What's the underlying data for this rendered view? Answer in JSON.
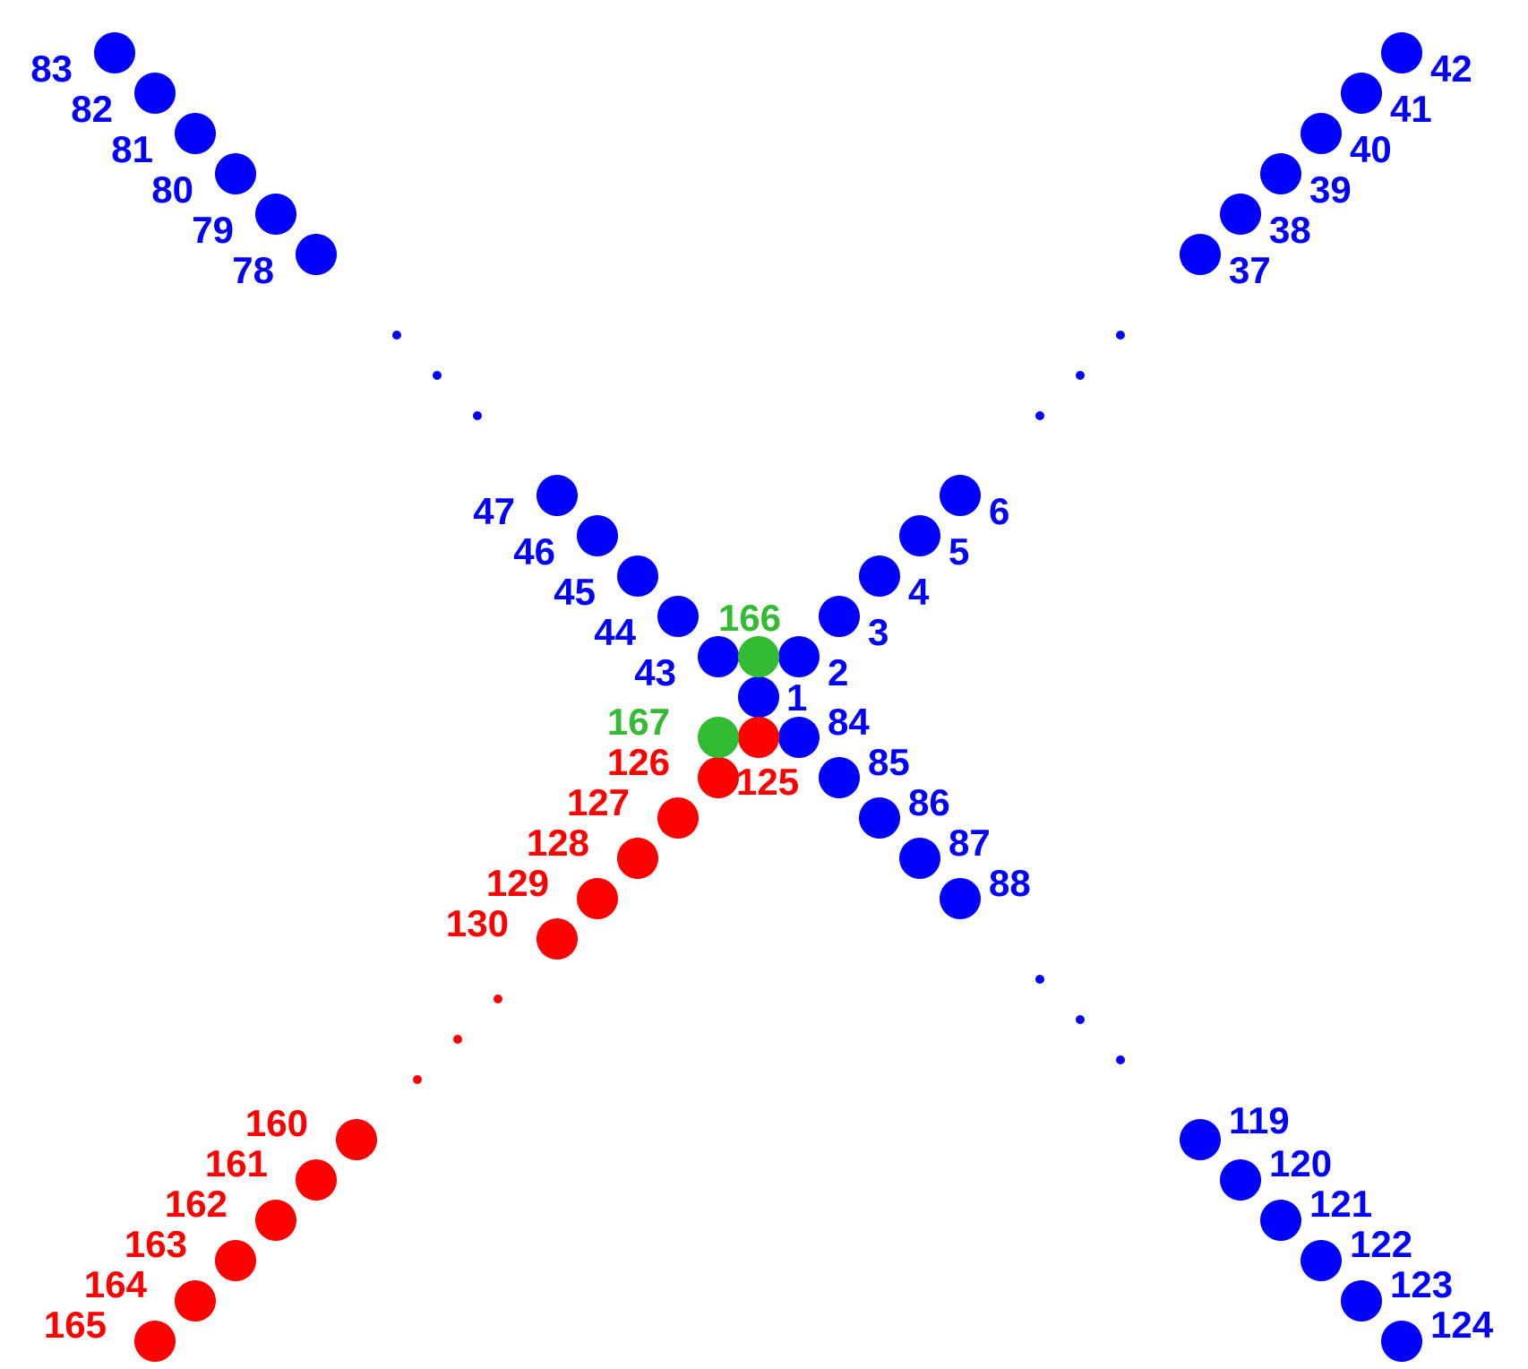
{
  "colors": {
    "blue": "#0000ff",
    "red": "#ff0000",
    "green": "#33bb33",
    "background": "#ffffff"
  },
  "nodes": [
    {
      "label": "1",
      "color": "blue"
    },
    {
      "label": "2",
      "color": "blue"
    },
    {
      "label": "3",
      "color": "blue"
    },
    {
      "label": "4",
      "color": "blue"
    },
    {
      "label": "5",
      "color": "blue"
    },
    {
      "label": "6",
      "color": "blue"
    },
    {
      "label": "37",
      "color": "blue"
    },
    {
      "label": "38",
      "color": "blue"
    },
    {
      "label": "39",
      "color": "blue"
    },
    {
      "label": "40",
      "color": "blue"
    },
    {
      "label": "41",
      "color": "blue"
    },
    {
      "label": "42",
      "color": "blue"
    },
    {
      "label": "43",
      "color": "blue"
    },
    {
      "label": "44",
      "color": "blue"
    },
    {
      "label": "45",
      "color": "blue"
    },
    {
      "label": "46",
      "color": "blue"
    },
    {
      "label": "47",
      "color": "blue"
    },
    {
      "label": "78",
      "color": "blue"
    },
    {
      "label": "79",
      "color": "blue"
    },
    {
      "label": "80",
      "color": "blue"
    },
    {
      "label": "81",
      "color": "blue"
    },
    {
      "label": "82",
      "color": "blue"
    },
    {
      "label": "83",
      "color": "blue"
    },
    {
      "label": "84",
      "color": "blue"
    },
    {
      "label": "85",
      "color": "blue"
    },
    {
      "label": "86",
      "color": "blue"
    },
    {
      "label": "87",
      "color": "blue"
    },
    {
      "label": "88",
      "color": "blue"
    },
    {
      "label": "119",
      "color": "blue"
    },
    {
      "label": "120",
      "color": "blue"
    },
    {
      "label": "121",
      "color": "blue"
    },
    {
      "label": "122",
      "color": "blue"
    },
    {
      "label": "123",
      "color": "blue"
    },
    {
      "label": "124",
      "color": "blue"
    },
    {
      "label": "125",
      "color": "red"
    },
    {
      "label": "126",
      "color": "red"
    },
    {
      "label": "127",
      "color": "red"
    },
    {
      "label": "128",
      "color": "red"
    },
    {
      "label": "129",
      "color": "red"
    },
    {
      "label": "130",
      "color": "red"
    },
    {
      "label": "160",
      "color": "red"
    },
    {
      "label": "161",
      "color": "red"
    },
    {
      "label": "162",
      "color": "red"
    },
    {
      "label": "163",
      "color": "red"
    },
    {
      "label": "164",
      "color": "red"
    },
    {
      "label": "165",
      "color": "red"
    },
    {
      "label": "166",
      "color": "green"
    },
    {
      "label": "167",
      "color": "green"
    }
  ],
  "ellipsis_dot_groups": [
    {
      "branch": "upper-left",
      "color": "blue"
    },
    {
      "branch": "upper-right",
      "color": "blue"
    },
    {
      "branch": "lower-right",
      "color": "blue"
    },
    {
      "branch": "lower-left",
      "color": "red"
    }
  ]
}
